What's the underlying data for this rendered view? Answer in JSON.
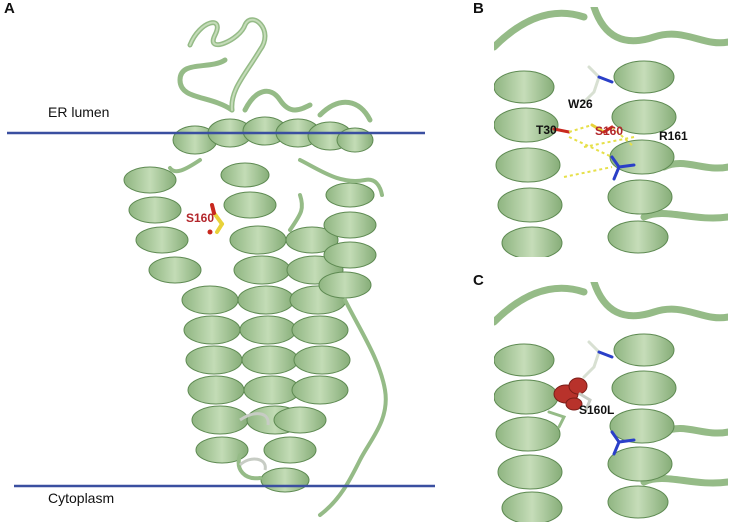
{
  "panels": {
    "A": {
      "letter": "A",
      "membrane_top_label": "ER lumen",
      "membrane_bottom_label": "Cytoplasm",
      "site_label": "S160"
    },
    "B": {
      "letter": "B",
      "residues": [
        "W26",
        "T30",
        "S160",
        "R161"
      ]
    },
    "C": {
      "letter": "C",
      "mutant_label": "S160L"
    }
  },
  "colors": {
    "ribbon": "#a9c99b",
    "ribbon_dark": "#6f9a62",
    "membrane_line": "#3a4fa0",
    "oxygen": "#c8281e",
    "sulfur_yellow": "#e8d23a",
    "nitrogen": "#2a3fc8",
    "site_label": "#b3262b",
    "hbond": "#e6e04a"
  }
}
